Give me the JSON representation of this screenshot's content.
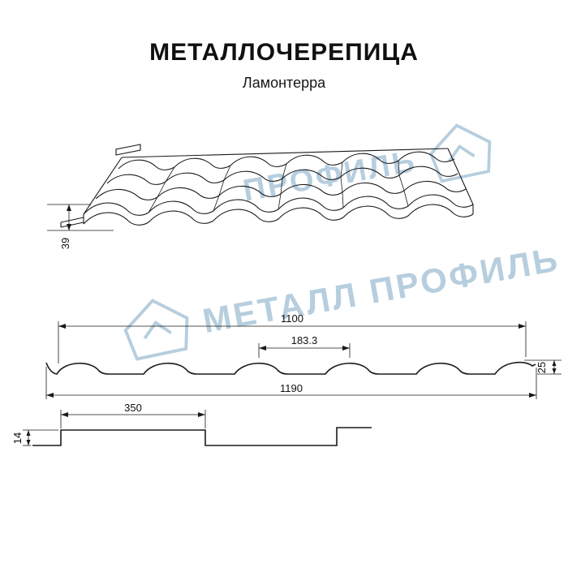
{
  "title": {
    "main": "МЕТАЛЛОЧЕРЕПИЦА",
    "sub": "Ламонтерра"
  },
  "watermark": {
    "text": "МЕТАЛЛ ПРОФИЛЬ",
    "fragment_top": "ПРОФИЛЬ",
    "color": "#b6cede"
  },
  "diagram": {
    "type": "technical-drawing",
    "product": "Металлочерепица Ламонтерра",
    "perspective_view": {
      "front_edge_height_mm": "39"
    },
    "cross_section": {
      "cover_width_mm": "1100",
      "module_width_mm": "183.3",
      "profile_height_mm": "25",
      "full_width_mm": "1190"
    },
    "longitudinal_section": {
      "module_length_mm": "350",
      "step_height_mm": "14"
    }
  }
}
